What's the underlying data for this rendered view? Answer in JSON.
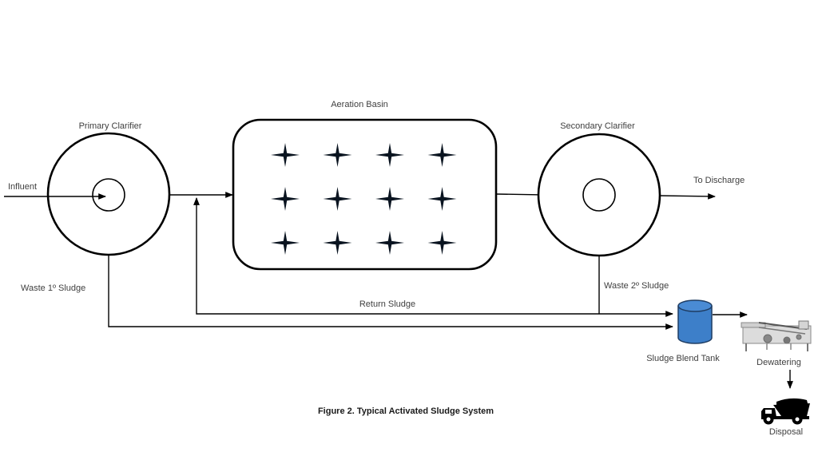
{
  "diagram": {
    "title": "Typical Activated Sludge System",
    "caption": "Figure 2. Typical Activated Sludge System",
    "nodes": {
      "primary_clarifier": "Primary Clarifier",
      "aeration_basin": "Aeration Basin",
      "secondary_clarifier": "Secondary Clarifier",
      "sludge_blend_tank": "Sludge Blend Tank",
      "dewatering": "Dewatering",
      "disposal": "Disposal"
    },
    "flows": {
      "influent": "Influent",
      "to_discharge": "To Discharge",
      "waste_primary_sludge": "Waste 1º Sludge",
      "waste_secondary_sludge": "Waste 2º Sludge",
      "return_sludge": "Return Sludge"
    },
    "aerators": {
      "rows": 3,
      "cols": 4,
      "icon": "four-point-star-diffuser"
    },
    "colors": {
      "tank_fill": "#3d7fc9",
      "tank_stroke": "#1f3d63",
      "line": "#000000",
      "aerator": "#0a1420"
    },
    "icons": {
      "dewatering": "belt-press-icon",
      "disposal": "dump-truck-icon"
    }
  }
}
